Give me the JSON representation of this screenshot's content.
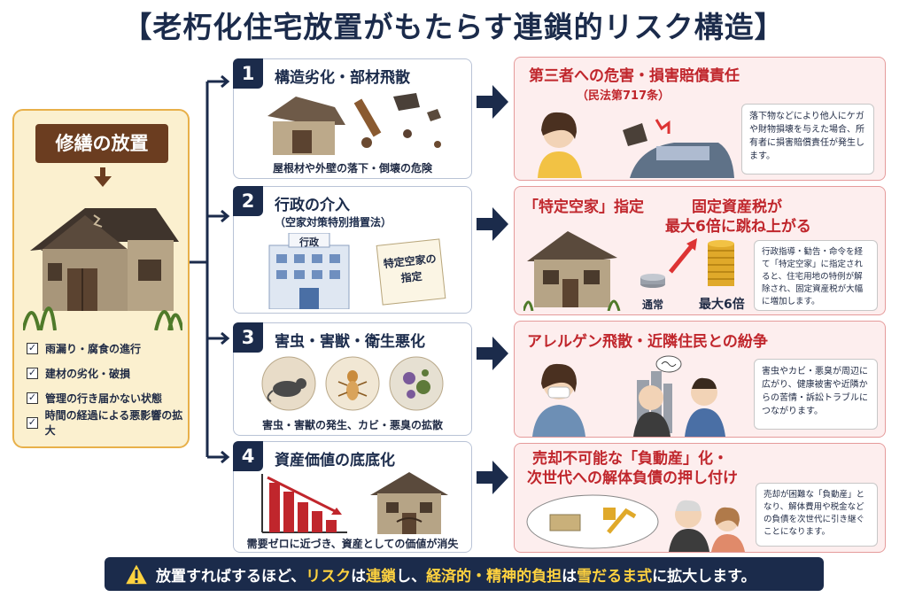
{
  "title": "【老朽化住宅放置がもたらす連鎖的リスク構造】",
  "left": {
    "label": "修繕の放置",
    "checks": [
      "雨漏り・腐食の進行",
      "建材の劣化・破損",
      "管理の行き届かない状態",
      "時間の経過による悪影響の拡大"
    ]
  },
  "steps": [
    {
      "num": "1",
      "title": "構造劣化・部材飛散",
      "sub": "",
      "caption": "屋根材や外壁の落下・倒壊の危険"
    },
    {
      "num": "2",
      "title": "行政の介入",
      "sub": "（空家対策特別措置法）",
      "caption": "",
      "building_sign": "行政",
      "doc_text": "特定空家の指定"
    },
    {
      "num": "3",
      "title": "害虫・害獣・衛生悪化",
      "sub": "",
      "caption": "害虫・害獣の発生、カビ・悪臭の拡散"
    },
    {
      "num": "4",
      "title": "資産価値の底底化",
      "sub": "",
      "caption": "需要ゼロに近づき、資産としての価値が消失"
    }
  ],
  "outcomes": [
    {
      "title": "第三者への危害・損害賠償責任",
      "sub": "（民法第717条）",
      "note": "落下物などにより他人にケガや財物損壊を与えた場合、所有者に損害賠償責任が発生します。"
    },
    {
      "title": "「特定空家」指定",
      "title2a": "固定資産税が",
      "title2b": "最大6倍に跳ね上がる",
      "label_normal": "通常",
      "label_max": "最大6倍",
      "note": "行政指導・勧告・命令を経て「特定空家」に指定されると、住宅用地の特例が解除され、固定資産税が大幅に増加します。"
    },
    {
      "title": "アレルゲン飛散・近隣住民との紛争",
      "note": "害虫やカビ・悪臭が周辺に広がり、健康被害や近隣からの苦情・訴訟トラブルにつながります。"
    },
    {
      "title": "売却不可能な「負動産」化・",
      "title2": "次世代への解体負債の押し付け",
      "note": "売却が困難な「負動産」となり、解体費用や税金などの負債を次世代に引き継ぐことになります。"
    }
  ],
  "banner": {
    "t1": "放置すればするほど、",
    "t2": "リスク",
    "t3": "は",
    "t4": "連鎖",
    "t5": "し、",
    "t6": "経済的・精神的負担",
    "t7": "は",
    "t8": "雪だるま式",
    "t9": "に拡大します。"
  },
  "colors": {
    "navy": "#1b2b4b",
    "red": "#c0262c",
    "brown": "#6b3d20",
    "yellow": "#ffd23f"
  }
}
